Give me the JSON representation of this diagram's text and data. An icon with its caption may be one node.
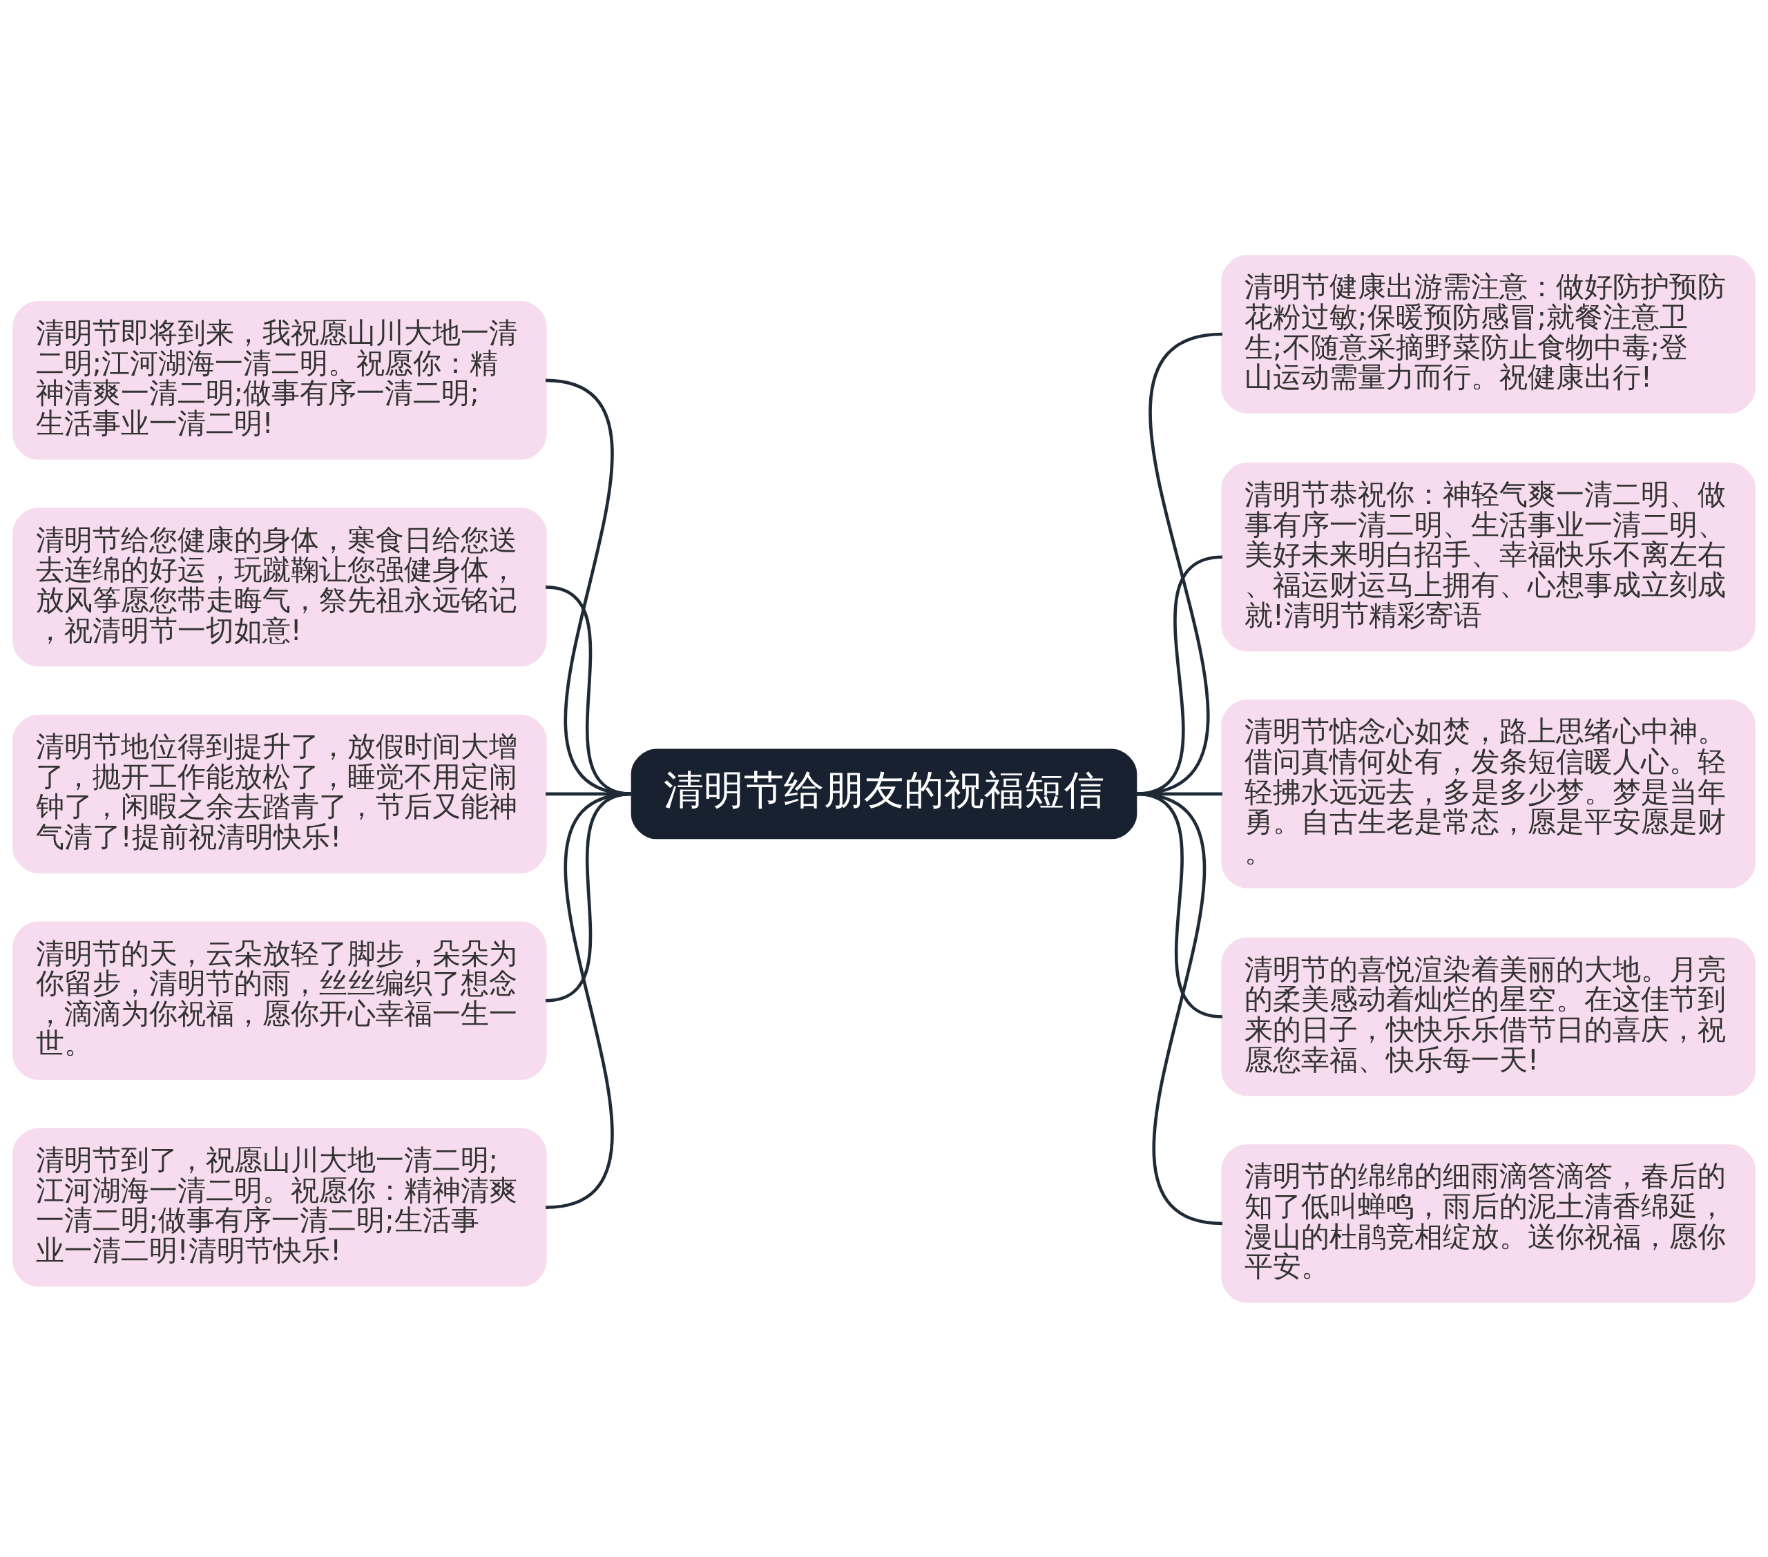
{
  "diagram": {
    "nodes": [
      {
        "text": [
          "清明节给朋友的祝福短信"
        ]
      },
      {
        "text": [
          "清明节即将到来，我祝愿山川大地一清二明;江河湖海一清二明。祝愿你：精神清爽一清二明;做事有序一清二明;生活事业一清二明!"
        ]
      },
      {
        "text": [
          "清明节给您健康的身体，寒食日给您送去连绵的好运，玩蹴鞠让您强健身体，放风筝愿您带走晦气，祭先祖永远铭记，祝清明节一切如意!"
        ]
      },
      {
        "text": [
          "清明节地位得到提升了，放假时间大增了，抛开工作能放松了，睡觉不用定闹钟了，闲暇之余去踏青了，节后又能神气清了!提前祝清明快乐!"
        ]
      },
      {
        "text": [
          "清明节的天，云朵放轻了脚步，朵朵为你留步，清明节的雨，丝丝编织了想念，滴滴为你祝福，愿你开心幸福一生一世。"
        ]
      },
      {
        "text": [
          "清明节到了，祝愿山川大地一清二明;江河湖海一清二明。祝愿你：精神清爽一清二明;做事有序一清二明;生活事业一清二明!清明节快乐!"
        ]
      },
      {
        "text": [
          "清明节健康出游需注意：做好防护预防花粉过敏;保暖预防感冒;就餐注意卫生;不随意采摘野菜防止食物中毒;登山运动需量力而行。祝健康出行!"
        ]
      },
      {
        "text": [
          "清明节恭祝你：神轻气爽一清二明、做事有序一清二明、生活事业一清二明、美好未来明白招手、幸福快乐不离左右、福运财运马上拥有、心想事成立刻成就!清明节精彩寄语"
        ]
      },
      {
        "text": [
          "清明节惦念心如焚，路上思绪心中神。借问真情何处有，发条短信暖人心。轻轻拂水远远去，多是多少梦。梦是当年勇。自古生老是常态，愿是平安愿是财。"
        ]
      },
      {
        "text": [
          "清明节的喜悦渲染着美丽的大地。月亮的柔美感动着灿烂的星空。在这佳节到来的日子，快快乐乐借节日的喜庆，祝愿您幸福、快乐每一天!"
        ]
      },
      {
        "text": [
          "清明节的绵绵的细雨滴答滴答，春后的知了低叫蝉鸣，雨后的泥土清香绵延，漫山的杜鹃竞相绽放。送你祝福，愿你平安。"
        ]
      }
    ],
    "edges": [
      {
        "from": 0,
        "to": 1,
        "arrow": "none"
      },
      {
        "from": 0,
        "to": 2,
        "arrow": "none"
      },
      {
        "from": 0,
        "to": 3,
        "arrow": "none"
      },
      {
        "from": 0,
        "to": 4,
        "arrow": "none"
      },
      {
        "from": 0,
        "to": 5,
        "arrow": "none"
      },
      {
        "from": 0,
        "to": 6,
        "arrow": "none"
      },
      {
        "from": 0,
        "to": 7,
        "arrow": "none"
      },
      {
        "from": 0,
        "to": 8,
        "arrow": "none"
      },
      {
        "from": 0,
        "to": 9,
        "arrow": "none"
      },
      {
        "from": 0,
        "to": 10,
        "arrow": "none"
      }
    ]
  }
}
